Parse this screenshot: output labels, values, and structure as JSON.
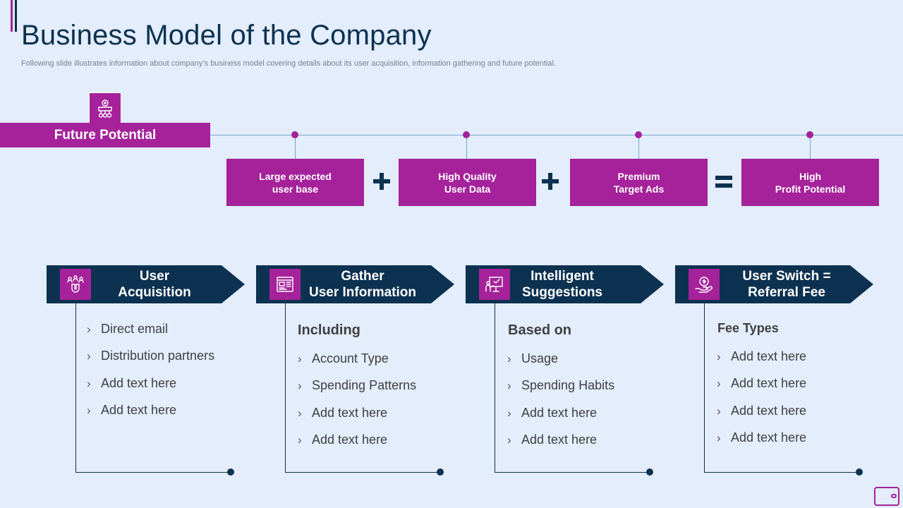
{
  "title": "Business Model of the Company",
  "subtitle": "Following slide illustrates information about company’s business model covering details about its user acquisition, information gathering and future potential.",
  "future_potential": {
    "label": "Future Potential",
    "icon": "money-bag-icon",
    "steps": [
      {
        "line1": "Large expected",
        "line2": "user base"
      },
      {
        "line1": "High Quality",
        "line2": "User Data"
      },
      {
        "line1": "Premium",
        "line2": "Target Ads"
      },
      {
        "line1": "High",
        "line2": "Profit Potential"
      }
    ],
    "operators": [
      "plus",
      "plus",
      "equals"
    ]
  },
  "cards": [
    {
      "icon": "magnet-users-icon",
      "title_line1": "User",
      "title_line2": "Acquisition",
      "heading": "",
      "items": [
        "Direct email",
        "Distribution partners",
        "Add text here",
        "Add text here"
      ]
    },
    {
      "icon": "dashboard-icon",
      "title_line1": "Gather",
      "title_line2": "User Information",
      "heading": "Including",
      "items": [
        "Account Type",
        "Spending Patterns",
        "Add text here",
        "Add text here"
      ]
    },
    {
      "icon": "presentation-icon",
      "title_line1": "Intelligent",
      "title_line2": "Suggestions",
      "heading": "Based on",
      "items": [
        "Usage",
        "Spending Habits",
        "Add text here",
        "Add text here"
      ]
    },
    {
      "icon": "hand-coin-icon",
      "title_line1": "User Switch =",
      "title_line2": "Referral Fee",
      "heading": "Fee Types",
      "items": [
        "Add text here",
        "Add text here",
        "Add text here",
        "Add text here"
      ]
    }
  ],
  "colors": {
    "magenta": "#a5229a",
    "navy": "#0d3150",
    "background": "#e3edfb",
    "line": "#7aa7cf"
  }
}
